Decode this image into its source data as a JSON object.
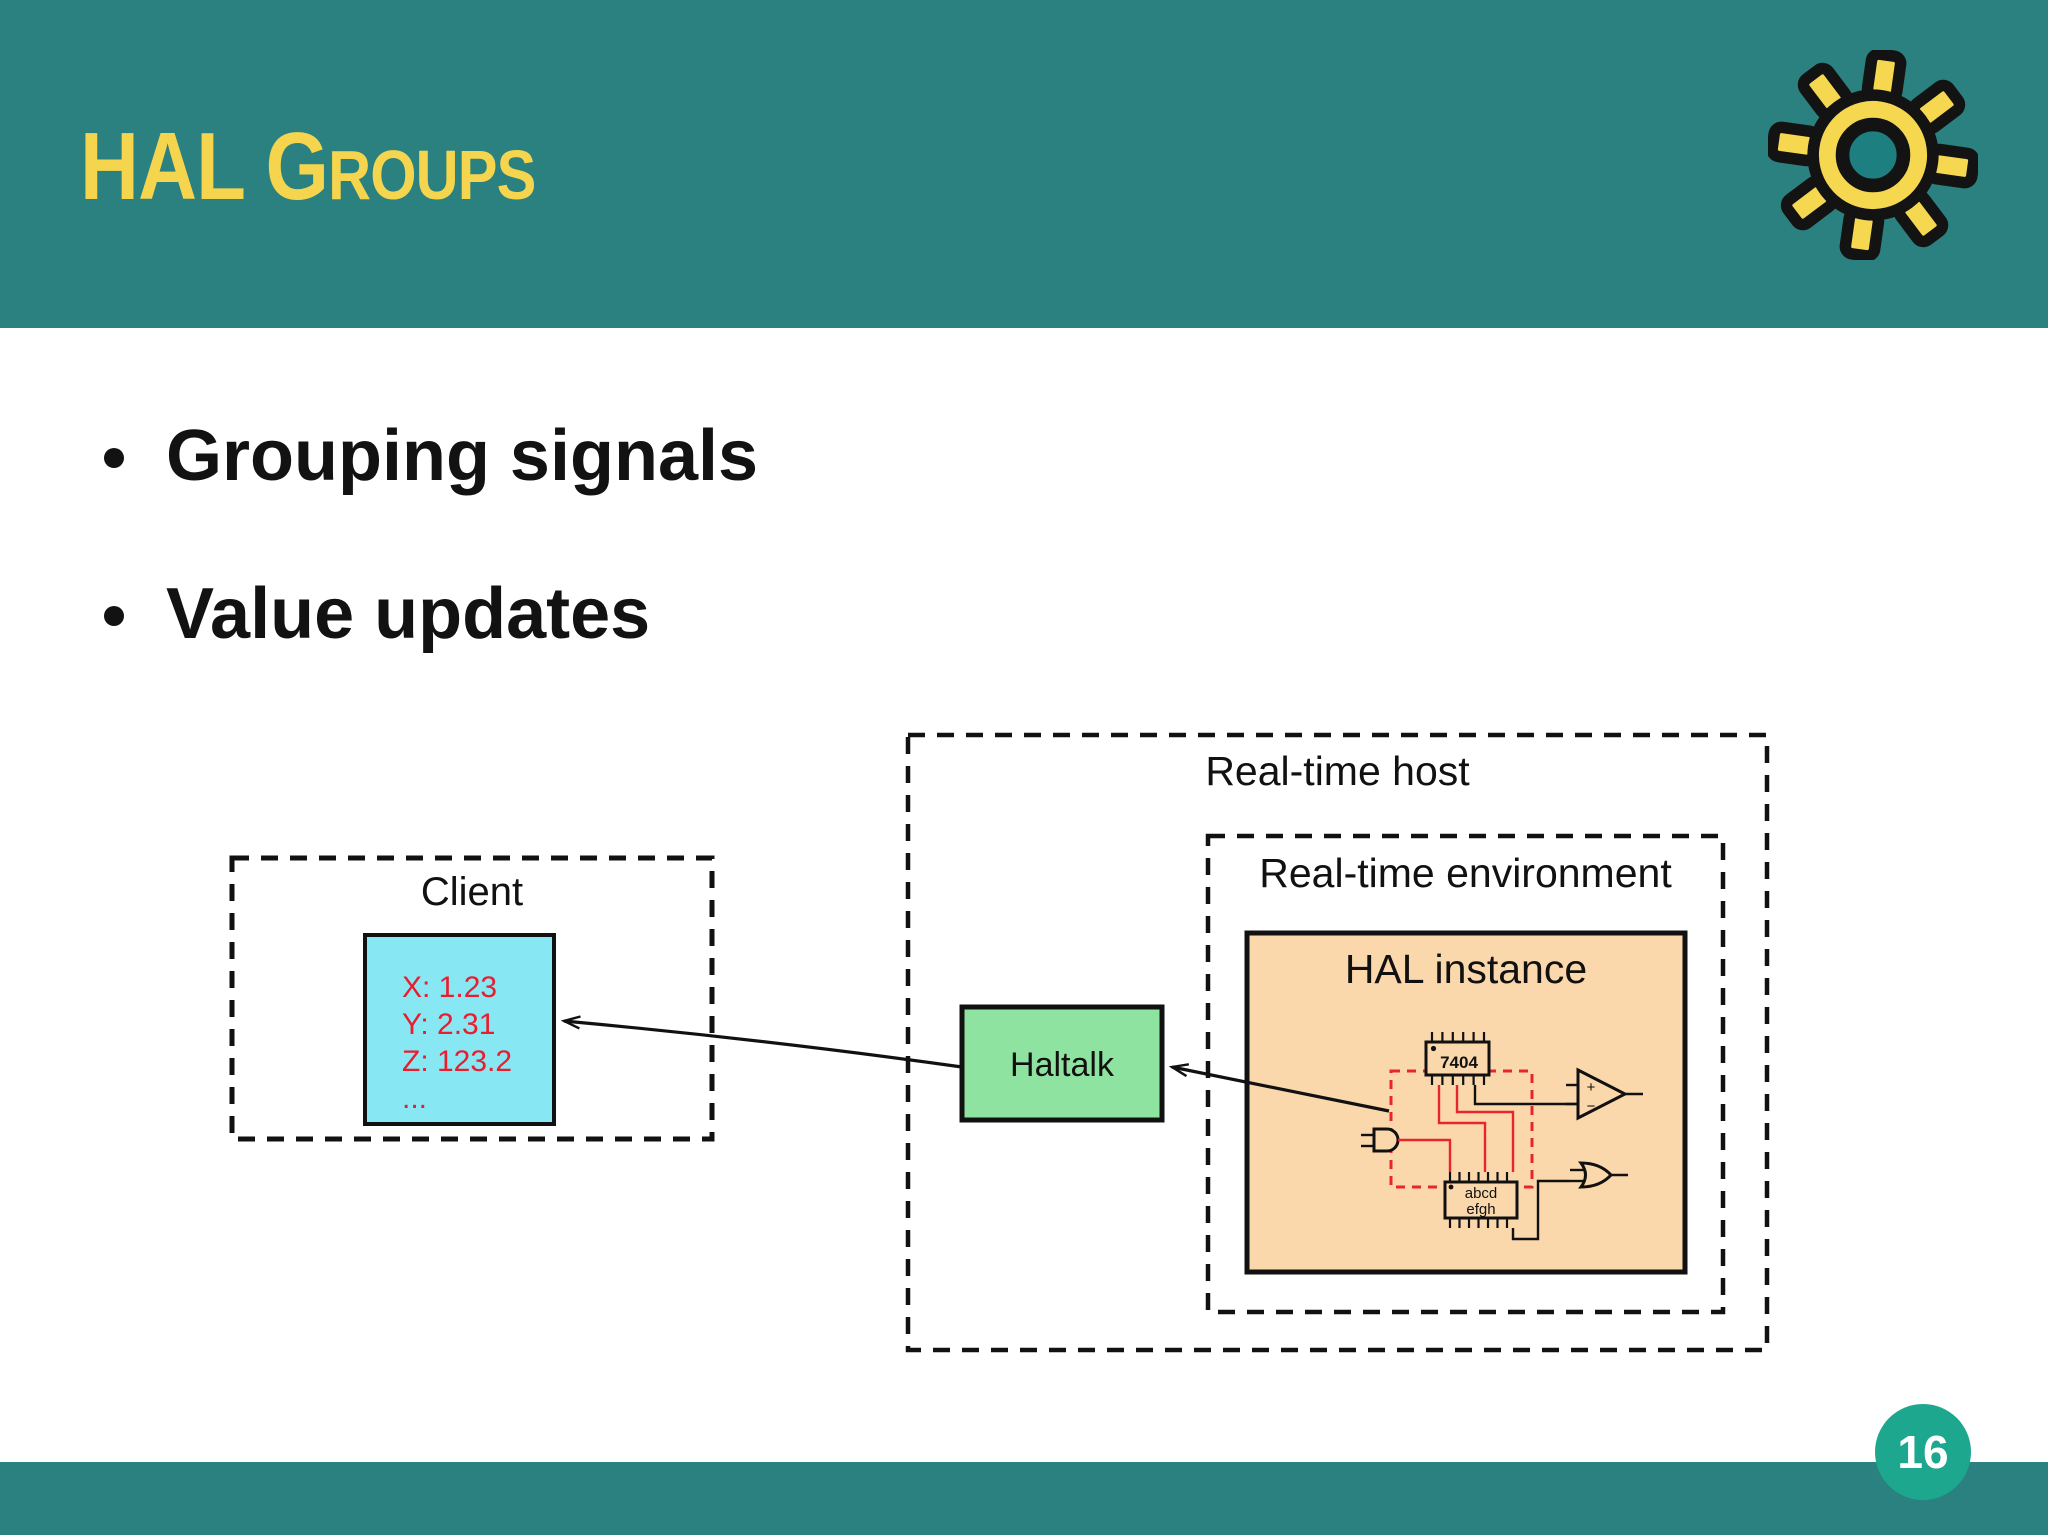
{
  "slide": {
    "header": {
      "title": "HAL Groups",
      "title_large": "HAL G",
      "title_small": "ROUPS"
    },
    "bullets": [
      "Grouping signals",
      "Value updates"
    ],
    "page_number": "16"
  },
  "diagram": {
    "client": {
      "label": "Client",
      "values": [
        "X: 1.23",
        "Y: 2.31",
        "Z: 123.2",
        "..."
      ]
    },
    "haltalk_label": "Haltalk",
    "realtime_host_label": "Real-time host",
    "realtime_env_label": "Real-time environment",
    "hal_instance": {
      "label": "HAL instance",
      "chip_top_label": "7404",
      "chip_bottom_label_1": "abcd",
      "chip_bottom_label_2": "efgh",
      "opamp_plus": "+",
      "opamp_minus": "−"
    }
  },
  "colors": {
    "band_teal": "#2b817f",
    "title_yellow": "#f5d54e",
    "gear_yellow": "#f6d750",
    "gear_hub_teal": "#1d7f80",
    "page_badge_green": "#1ca78e",
    "client_value_red": "#ea1c2e",
    "wire_red": "#e8242c",
    "client_cyan": "#87e7f3",
    "haltalk_green": "#8fe3a1",
    "hal_peach": "#fbd8ab"
  }
}
